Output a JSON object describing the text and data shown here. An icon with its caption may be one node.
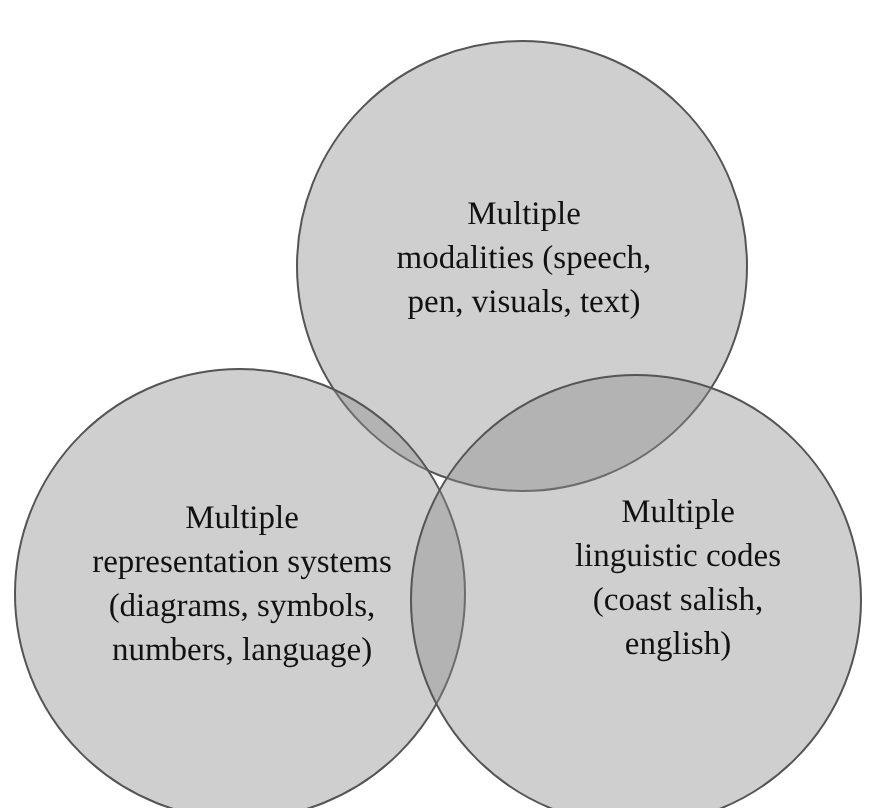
{
  "diagram": {
    "nodes": [
      {
        "text": [
          "Multiple modalities (speech, pen, visuals, text)"
        ]
      },
      {
        "text": [
          "Multiple representation systems (diagrams, symbols, numbers, language)"
        ]
      },
      {
        "text": [
          "Multiple linguistic codes (coast salish, english)"
        ]
      }
    ]
  }
}
